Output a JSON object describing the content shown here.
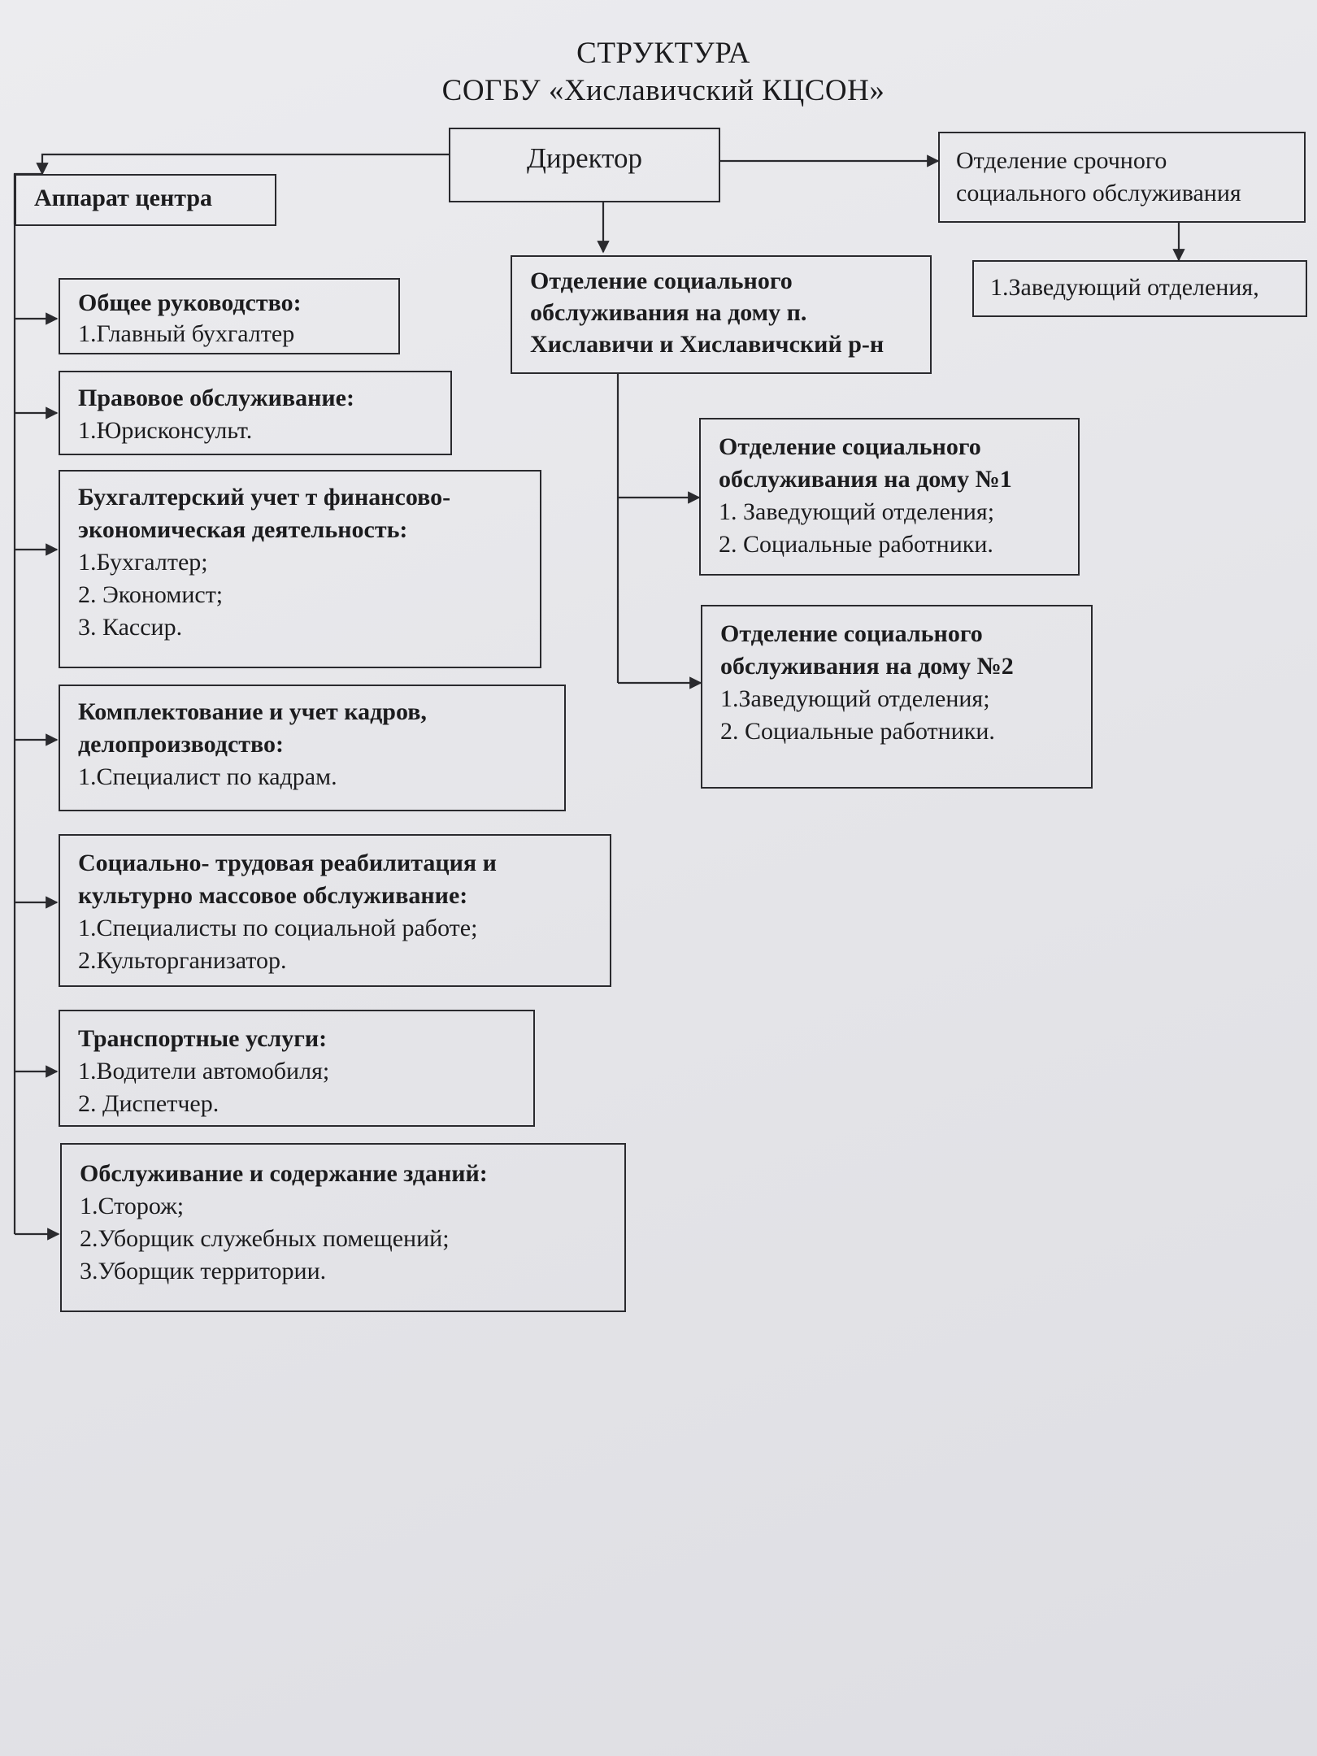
{
  "title": {
    "line1": "СТРУКТУРА",
    "line2": "СОГБУ «Хиславичский КЦСОН»"
  },
  "director": {
    "label": "Директор"
  },
  "apparatus": {
    "label": "Аппарат центра"
  },
  "urgent_department": {
    "title_line1": "Отделение срочного",
    "title_line2": "социального обслуживания"
  },
  "urgent_head": {
    "label": "1.Заведующий отделения,"
  },
  "home_service_main": {
    "line1": "Отделение социального",
    "line2": "обслуживания на дому п.",
    "line3": "Хиславичи и Хиславичский р-н"
  },
  "home_service_1": {
    "title_line1": "Отделение социального",
    "title_line2": "обслуживания на дому №1",
    "items": [
      "1. Заведующий отделения;",
      "2. Социальные работники."
    ]
  },
  "home_service_2": {
    "title_line1": "Отделение социального",
    "title_line2": "обслуживания на дому №2",
    "items": [
      "1.Заведующий отделения;",
      "2. Социальные работники."
    ]
  },
  "units": [
    {
      "title": [
        "Общее руководство:"
      ],
      "items": [
        "1.Главный бухгалтер"
      ]
    },
    {
      "title": [
        "Правовое обслуживание:"
      ],
      "items": [
        "1.Юрисконсульт."
      ]
    },
    {
      "title": [
        "Бухгалтерский учет т финансово-",
        "экономическая деятельность:"
      ],
      "items": [
        "1.Бухгалтер;",
        "2. Экономист;",
        "3. Кассир."
      ]
    },
    {
      "title": [
        "Комплектование и учет кадров,",
        "делопроизводство:"
      ],
      "items": [
        "1.Специалист по кадрам."
      ]
    },
    {
      "title": [
        "Социально- трудовая реабилитация и",
        "культурно массовое обслуживание:"
      ],
      "items": [
        "1.Специалисты по социальной работе;",
        "2.Культорганизатор."
      ]
    },
    {
      "title": [
        "Транспортные услуги:"
      ],
      "items": [
        "1.Водители автомобиля;",
        "2. Диспетчер."
      ]
    },
    {
      "title": [
        "Обслуживание и содержание зданий:"
      ],
      "items": [
        "1.Сторож;",
        "2.Уборщик служебных помещений;",
        "3.Уборщик территории."
      ]
    }
  ],
  "colors": {
    "ink": "#2a2a2e",
    "paper": "#e7e7ea"
  }
}
